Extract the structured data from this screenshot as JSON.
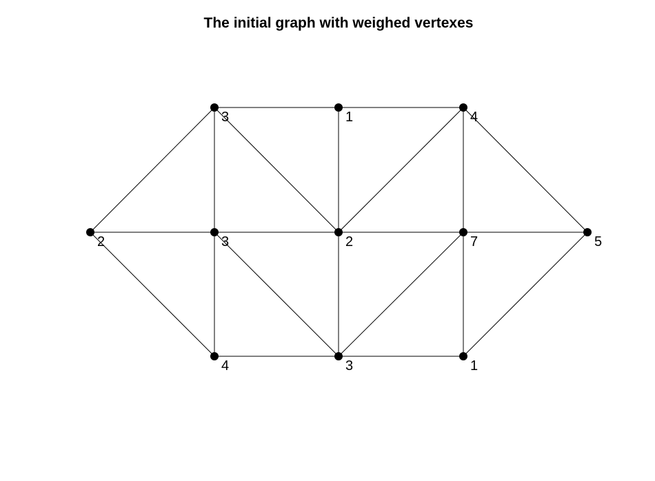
{
  "title": "The initial graph with weighed vertexes",
  "graph": {
    "vertices": [
      {
        "id": "v1",
        "weight": "3"
      },
      {
        "id": "v2",
        "weight": "1"
      },
      {
        "id": "v3",
        "weight": "4"
      },
      {
        "id": "v4",
        "weight": "2"
      },
      {
        "id": "v5",
        "weight": "3"
      },
      {
        "id": "v6",
        "weight": "2"
      },
      {
        "id": "v7",
        "weight": "7"
      },
      {
        "id": "v8",
        "weight": "5"
      },
      {
        "id": "v9",
        "weight": "4"
      },
      {
        "id": "v10",
        "weight": "3"
      },
      {
        "id": "v11",
        "weight": "1"
      }
    ],
    "edges": [
      [
        "v1",
        "v2"
      ],
      [
        "v2",
        "v3"
      ],
      [
        "v1",
        "v4"
      ],
      [
        "v1",
        "v5"
      ],
      [
        "v1",
        "v6"
      ],
      [
        "v2",
        "v6"
      ],
      [
        "v3",
        "v6"
      ],
      [
        "v3",
        "v7"
      ],
      [
        "v3",
        "v8"
      ],
      [
        "v4",
        "v5"
      ],
      [
        "v5",
        "v6"
      ],
      [
        "v6",
        "v7"
      ],
      [
        "v7",
        "v8"
      ],
      [
        "v4",
        "v9"
      ],
      [
        "v5",
        "v9"
      ],
      [
        "v5",
        "v10"
      ],
      [
        "v6",
        "v10"
      ],
      [
        "v7",
        "v10"
      ],
      [
        "v7",
        "v11"
      ],
      [
        "v8",
        "v11"
      ],
      [
        "v9",
        "v10"
      ],
      [
        "v10",
        "v11"
      ]
    ],
    "colors": {
      "edge": "#000000",
      "node": "#000000",
      "label": "#000000"
    }
  }
}
